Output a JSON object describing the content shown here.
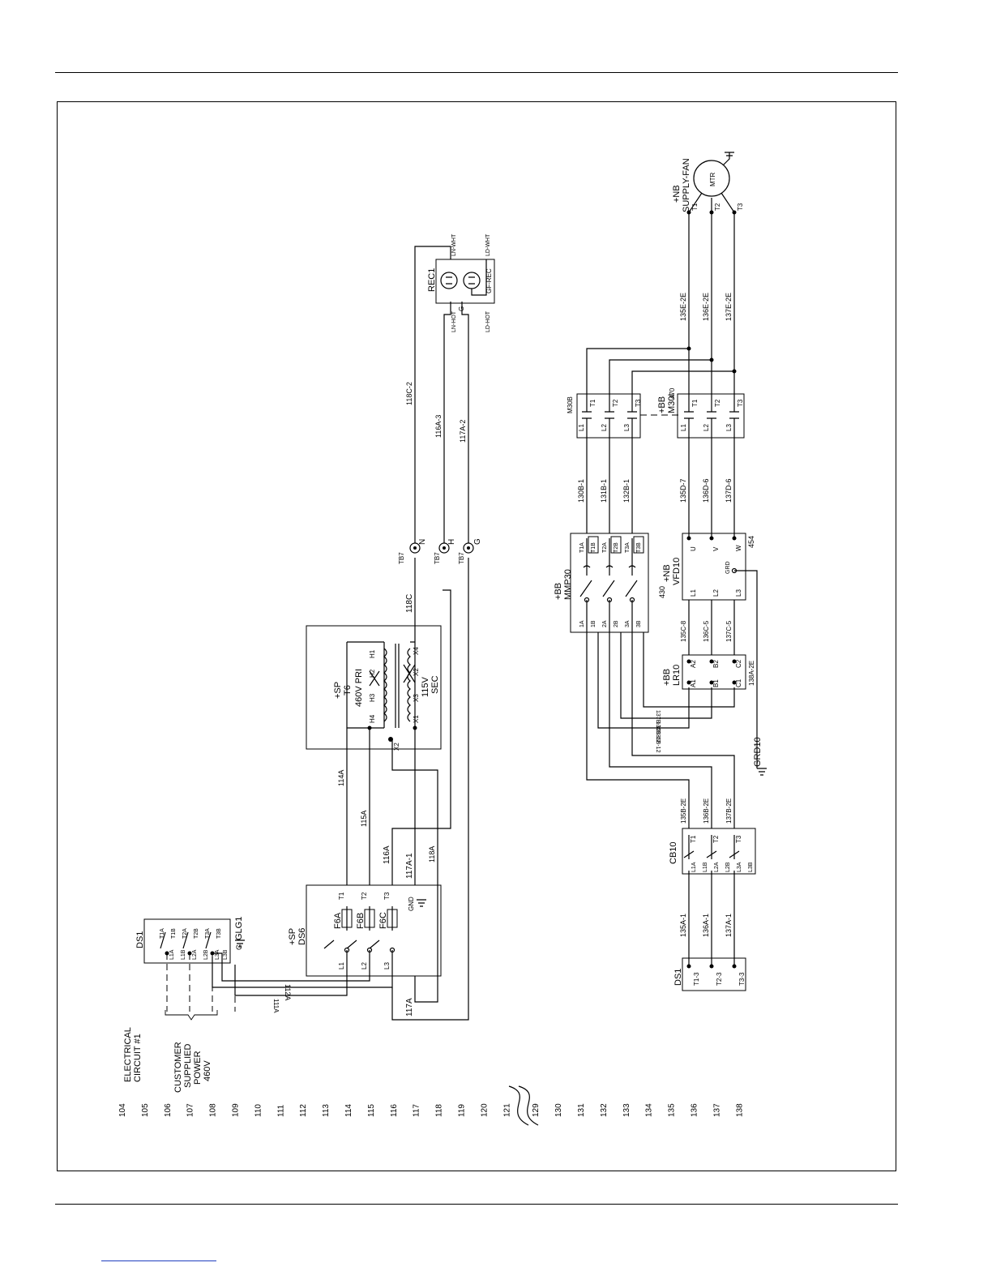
{
  "rungs": [
    "104",
    "105",
    "106",
    "107",
    "108",
    "109",
    "110",
    "111",
    "112",
    "113",
    "114",
    "115",
    "116",
    "117",
    "118",
    "119",
    "120",
    "121",
    "129",
    "130",
    "131",
    "132",
    "133",
    "134",
    "135",
    "136",
    "137",
    "138"
  ],
  "notes": {
    "electrical_circuit": [
      "ELECTRICAL",
      "CIRCUIT #1"
    ],
    "customer_power": [
      "CUSTOMER",
      "SUPPLIED",
      "POWER",
      "460V"
    ]
  },
  "components": {
    "ds1_top": {
      "name": "DS1",
      "line": [
        "L1A",
        "L1B",
        "L2A",
        "L2B",
        "L3A",
        "L3B"
      ],
      "load": [
        "T1A",
        "T1B",
        "T2A",
        "T2B",
        "T3A",
        "T3B"
      ],
      "ground": "GLG1",
      "g": "G"
    },
    "ds6": {
      "tag": "+SP",
      "name": "DS6",
      "line": [
        "L1",
        "L2",
        "L3"
      ],
      "load": [
        "T1",
        "T2",
        "T3"
      ],
      "fuses": [
        "F6A",
        "F6B",
        "F6C"
      ],
      "gnd": "GND"
    },
    "t6": {
      "tag": "+SP",
      "name": "T6",
      "primary": "460V  PRI",
      "secondary": [
        "115V",
        "SEC"
      ],
      "h": [
        "H1",
        "H2",
        "H3",
        "H4"
      ],
      "x": [
        "X1",
        "X2",
        "X3",
        "X4"
      ],
      "x2": "X2"
    },
    "tb7": {
      "name": "TB7",
      "terms": [
        "N",
        "H",
        "G"
      ]
    },
    "rec1": {
      "name": "REC1",
      "gf": "GF-REC",
      "g": "G",
      "terms": [
        "LN-WHT",
        "LD-WHT",
        "LN-HOT",
        "LD-HOT"
      ]
    },
    "ds1_bottom": {
      "name": "DS1",
      "terms": [
        "T1-3",
        "T2-3",
        "T3-3"
      ]
    },
    "cb10": {
      "name": "CB10",
      "line": [
        "L1A",
        "L1B",
        "L2A",
        "L2B",
        "L3A",
        "L3B"
      ],
      "load": [
        "T1",
        "T2",
        "T3"
      ]
    },
    "lr10": {
      "tag": "+BB",
      "name": "LR10",
      "top": [
        "A2",
        "B2",
        "C2"
      ],
      "bottom": [
        "A1",
        "B1",
        "C1"
      ]
    },
    "mmp30": {
      "tag": "+BB",
      "name": "MMP30",
      "line": [
        "1A",
        "1B",
        "2A",
        "2B",
        "3A",
        "3B"
      ],
      "load": [
        "T1A",
        "T1B",
        "T2A",
        "T2B",
        "T3A",
        "T3B"
      ]
    },
    "vfd10": {
      "tag": "+NB",
      "name": "VFD10",
      "in": [
        "L1",
        "L2",
        "L3"
      ],
      "out": [
        "U",
        "V",
        "W"
      ],
      "grd": "GRD",
      "n430": "430",
      "n454": "454"
    },
    "m30b": {
      "name": "M30B",
      "line": [
        "L1",
        "L2",
        "L3"
      ],
      "load": [
        "T1",
        "T2",
        "T3"
      ]
    },
    "m30i": {
      "tag": "+BB",
      "name": "M30I",
      "n470": "470",
      "line": [
        "L1",
        "L2",
        "L3"
      ],
      "load": [
        "T1",
        "T2",
        "T3"
      ]
    },
    "motor": {
      "tag": "+NB",
      "name": "SUPPLY-FAN",
      "label": "MTR",
      "terms": [
        "T1",
        "T2",
        "T3"
      ]
    },
    "grd10": {
      "name": "GRD10"
    }
  },
  "wires": {
    "w111A": "111A",
    "w112A": "112A",
    "w114A": "114A",
    "w115A": "115A",
    "w116A": "116A",
    "w117A1": "117A-1",
    "w117A": "117A",
    "w118A": "118A",
    "w118C": "118C",
    "w118C2": "118C-2",
    "w116A3": "116A-3",
    "w117A2": "117A-2",
    "w135A1": "135A-1",
    "w136A1": "136A-1",
    "w137A1": "137A-1",
    "w135B2E": "135B-2E",
    "w136B2E": "136B-2E",
    "w137B2E": "137B-2E",
    "w135B12": "135B-12",
    "w136B12": "136B-12",
    "w137B12": "137B-12",
    "w135C8": "135C-8",
    "w136C5": "136C-5",
    "w137C5": "137C-5",
    "w138A2E": "138A-2E",
    "w130B1": "130B-1",
    "w131B1": "131B-1",
    "w132B1": "132B-1",
    "w135D7": "135D-7",
    "w136D6": "136D-6",
    "w137D6": "137D-6",
    "w135E2E": "135E-2E",
    "w136E2E": "136E-2E",
    "w137E2E": "137E-2E"
  }
}
